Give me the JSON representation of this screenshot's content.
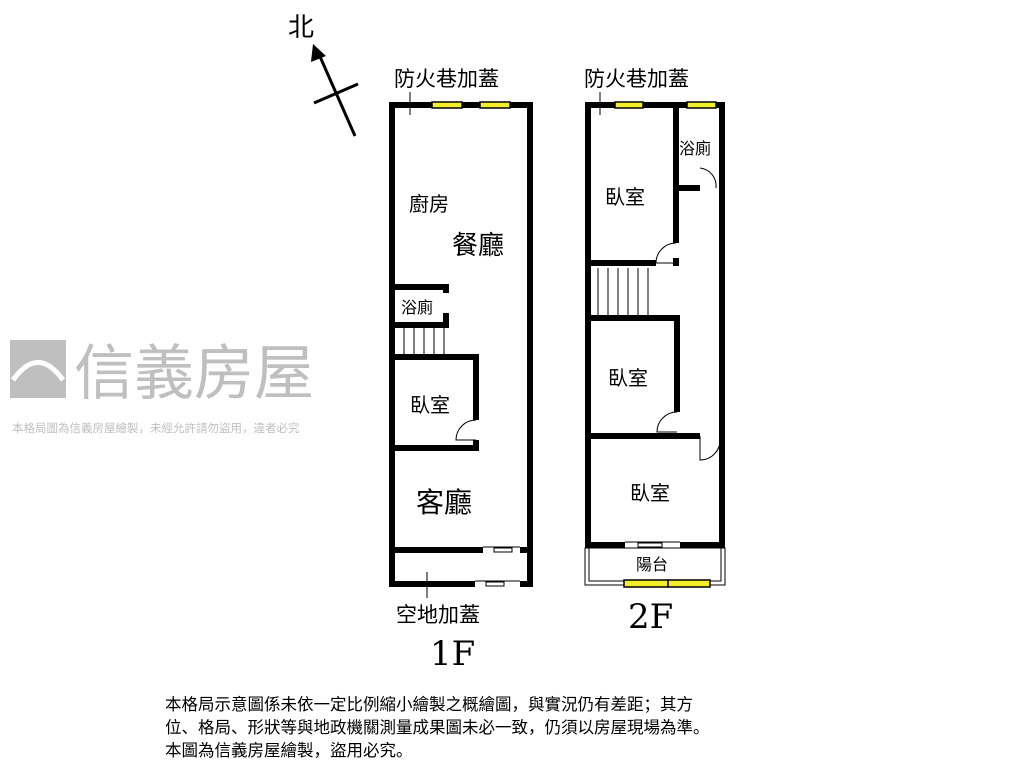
{
  "north_label": "北",
  "floor1": {
    "label": "1F",
    "top_annex": "防火巷加蓋",
    "bottom_annex": "空地加蓋",
    "rooms": [
      "廚房",
      "餐廳",
      "浴廁",
      "臥室",
      "客廳"
    ]
  },
  "floor2": {
    "label": "2F",
    "top_annex": "防火巷加蓋",
    "rooms": [
      "浴廁",
      "臥室",
      "臥室",
      "臥室",
      "陽台"
    ]
  },
  "watermark": {
    "brand": "信義房屋",
    "notice": "本格局圖為信義房屋繪製，未經允許請勿盜用，違者必究"
  },
  "disclaimer": [
    "本格局示意圖係未依一定比例縮小繪製之概繪圖，與實況仍有差距；其方",
    "位、格局、形狀等與地政機關測量成果圖未必一致，仍須以房屋現場為準。",
    "本圖為信義房屋繪製，盜用必究。"
  ],
  "colors": {
    "wall": "#000000",
    "window": "#f2ef2a",
    "watermark": "#8c8c8c"
  }
}
